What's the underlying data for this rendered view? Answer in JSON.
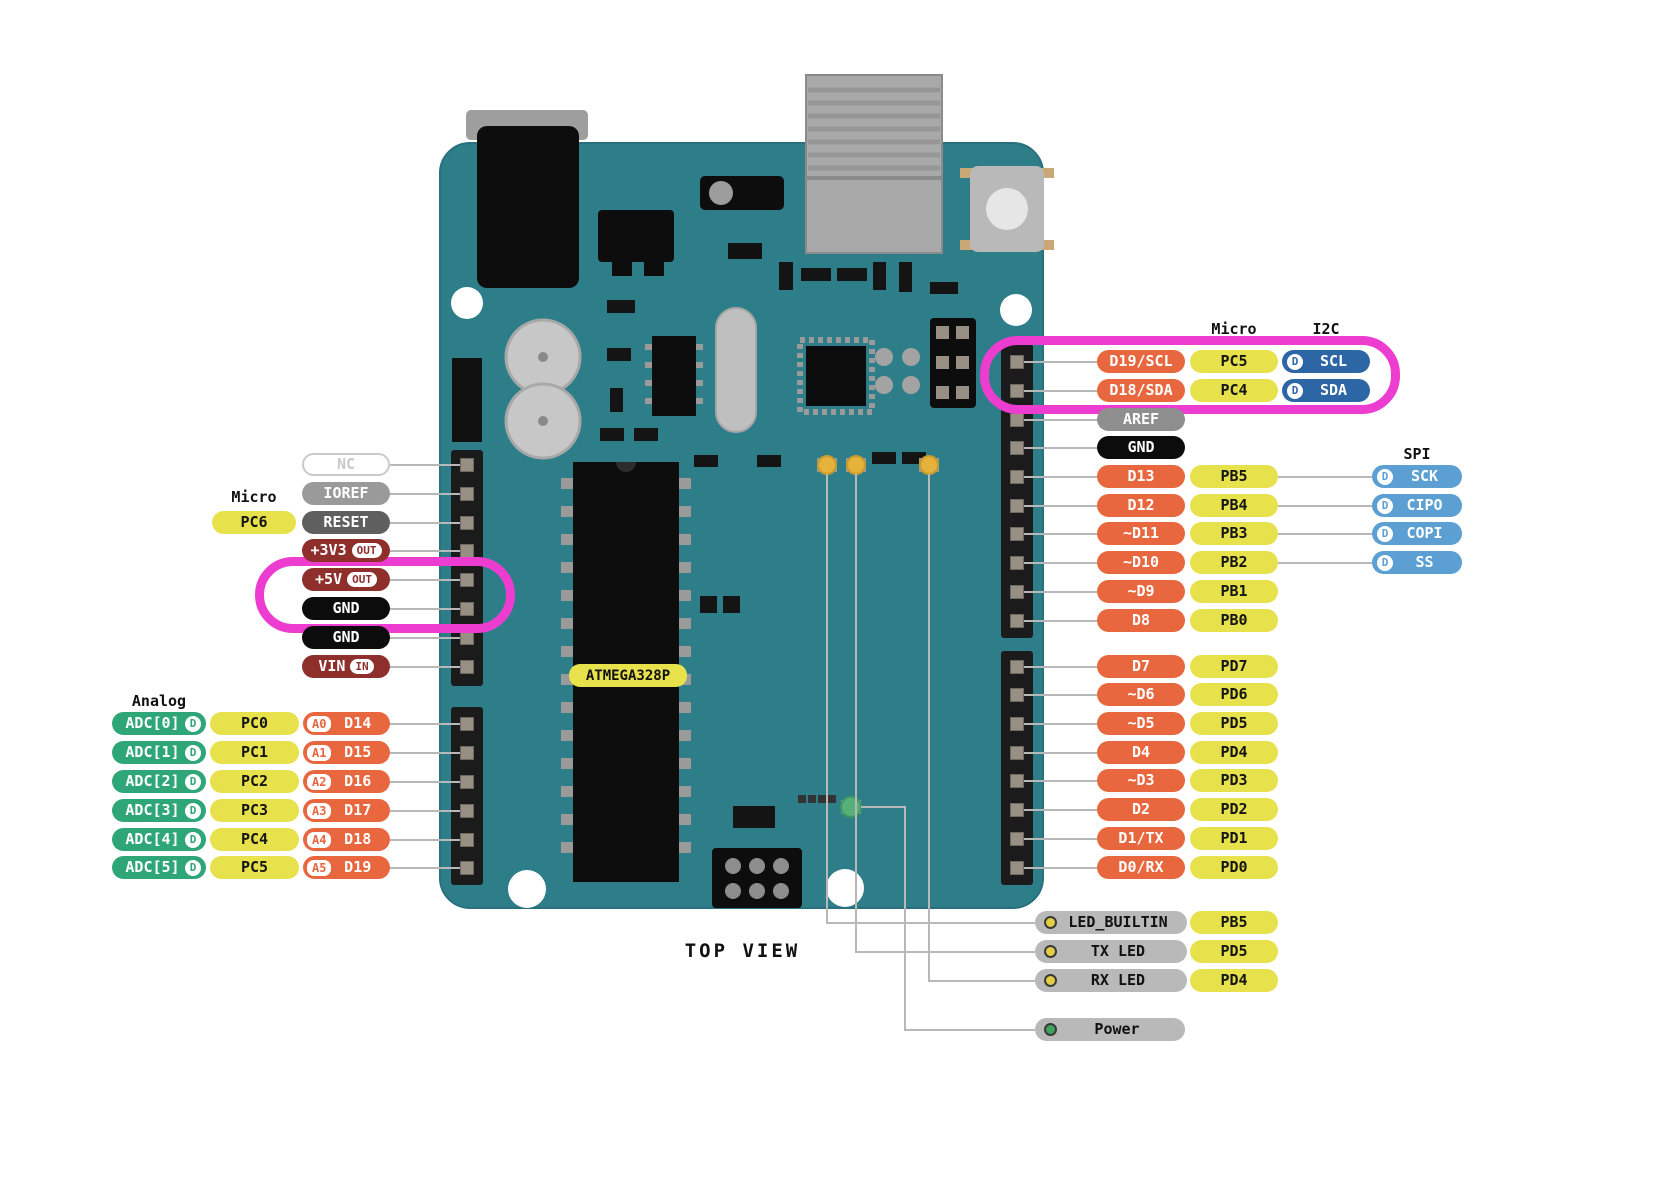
{
  "diagram": {
    "view_label": "TOP VIEW",
    "chip_label": "ATMEGA328P"
  },
  "headers": {
    "micro_left": "Micro",
    "analog": "Analog",
    "micro_top": "Micro",
    "i2c": "I2C",
    "spi": "SPI"
  },
  "left_pins": [
    {
      "label": "NC"
    },
    {
      "label": "IOREF"
    },
    {
      "label": "RESET"
    },
    {
      "label": "+3V3",
      "badge": "OUT"
    },
    {
      "label": "+5V",
      "badge": "OUT"
    },
    {
      "label": "GND"
    },
    {
      "label": "GND"
    },
    {
      "label": "VIN",
      "badge": "IN"
    }
  ],
  "reset_micro": "PC6",
  "analog_rows": [
    {
      "signal": "ADC[0]",
      "d": "D",
      "micro": "PC0",
      "alias": "A0",
      "digital": "D14"
    },
    {
      "signal": "ADC[1]",
      "d": "D",
      "micro": "PC1",
      "alias": "A1",
      "digital": "D15"
    },
    {
      "signal": "ADC[2]",
      "d": "D",
      "micro": "PC2",
      "alias": "A2",
      "digital": "D16"
    },
    {
      "signal": "ADC[3]",
      "d": "D",
      "micro": "PC3",
      "alias": "A3",
      "digital": "D17"
    },
    {
      "signal": "ADC[4]",
      "d": "D",
      "micro": "PC4",
      "alias": "A4",
      "digital": "D18"
    },
    {
      "signal": "ADC[5]",
      "d": "D",
      "micro": "PC5",
      "alias": "A5",
      "digital": "D19"
    }
  ],
  "i2c_rows": [
    {
      "digital": "D19/SCL",
      "micro": "PC5",
      "d": "D",
      "bus": "SCL"
    },
    {
      "digital": "D18/SDA",
      "micro": "PC4",
      "d": "D",
      "bus": "SDA"
    }
  ],
  "ref_rows": [
    {
      "label": "AREF"
    },
    {
      "label": "GND"
    }
  ],
  "portb_rows": [
    {
      "digital": "D13",
      "micro": "PB5"
    },
    {
      "digital": "D12",
      "micro": "PB4"
    },
    {
      "digital": "~D11",
      "micro": "PB3"
    },
    {
      "digital": "~D10",
      "micro": "PB2"
    },
    {
      "digital": "~D9",
      "micro": "PB1"
    },
    {
      "digital": "D8",
      "micro": "PB0"
    }
  ],
  "spi_rows": [
    {
      "d": "D",
      "label": "SCK"
    },
    {
      "d": "D",
      "label": "CIPO"
    },
    {
      "d": "D",
      "label": "COPI"
    },
    {
      "d": "D",
      "label": "SS"
    }
  ],
  "portd_rows": [
    {
      "digital": "D7",
      "micro": "PD7"
    },
    {
      "digital": "~D6",
      "micro": "PD6"
    },
    {
      "digital": "~D5",
      "micro": "PD5"
    },
    {
      "digital": "D4",
      "micro": "PD4"
    },
    {
      "digital": "~D3",
      "micro": "PD3"
    },
    {
      "digital": "D2",
      "micro": "PD2"
    },
    {
      "digital": "D1/TX",
      "micro": "PD1"
    },
    {
      "digital": "D0/RX",
      "micro": "PD0"
    }
  ],
  "led_rows": [
    {
      "label": "LED_BUILTIN",
      "micro": "PB5"
    },
    {
      "label": "TX LED",
      "micro": "PD5"
    },
    {
      "label": "RX LED",
      "micro": "PD4"
    }
  ],
  "power_row": {
    "label": "Power"
  },
  "colors": {
    "board_teal": "#2e7e8a",
    "digital_orange": "#e8673f",
    "micro_yellow": "#e7e24c",
    "analog_green": "#2fa678",
    "power_red": "#8e2f2b",
    "ground_black": "#0c0c0c",
    "i2c_blue": "#2d66a4",
    "spi_blue": "#5b9fd3",
    "highlight_magenta": "#ec3dd0"
  }
}
